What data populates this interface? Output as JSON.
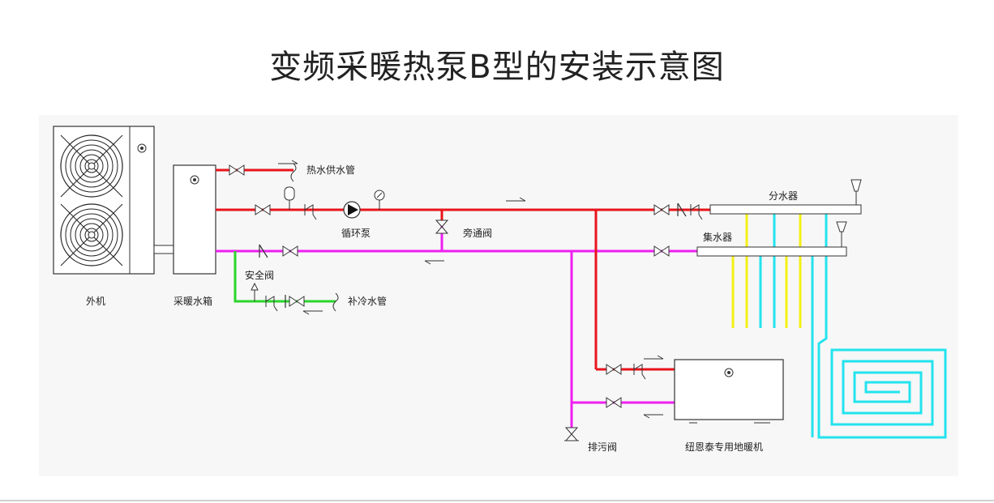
{
  "title": "变频采暖热泵B型的安装示意图",
  "labels": {
    "outdoor_unit": "外机",
    "water_tank": "采暖水箱",
    "hot_water_supply": "热水供水管",
    "circulation_pump": "循环泵",
    "bypass_valve": "旁通阀",
    "safety_valve": "安全阀",
    "makeup_water": "补冷水管",
    "distributor": "分水器",
    "collector": "集水器",
    "drain_valve": "排污阀",
    "floor_heater": "纽恩泰专用地暖机"
  },
  "colors": {
    "supply": "#e8141b",
    "return": "#ee1ff0",
    "makeup": "#2bd62b",
    "floor_loop": "#23e3ee",
    "collector_loop": "#f4f014"
  }
}
